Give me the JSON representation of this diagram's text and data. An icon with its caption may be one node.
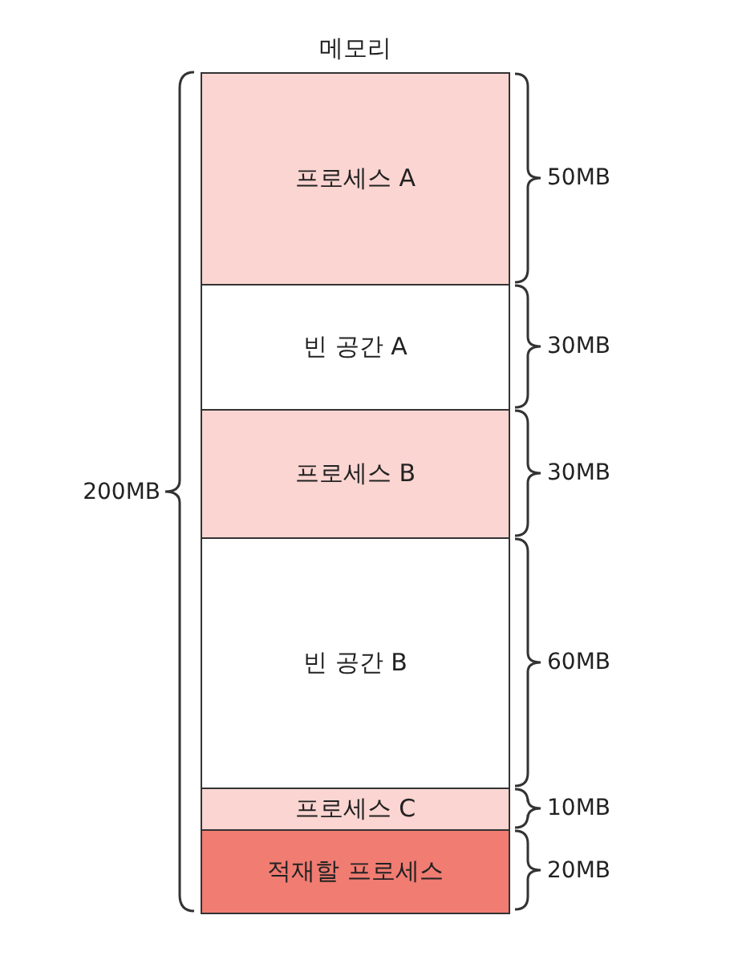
{
  "diagram": {
    "nodes": [
      {
        "text": [
          "메모리"
        ],
        "beside": [
          "200MB"
        ]
      },
      {
        "text": [
          "프로세스 A"
        ],
        "in": 0,
        "beside": [
          "50MB"
        ]
      },
      {
        "text": [
          "빈 공간 A"
        ],
        "in": 0,
        "beside": [
          "30MB"
        ]
      },
      {
        "text": [
          "프로세스 B"
        ],
        "in": 0,
        "beside": [
          "30MB"
        ]
      },
      {
        "text": [
          "빈 공간 B"
        ],
        "in": 0,
        "beside": [
          "60MB"
        ]
      },
      {
        "text": [
          "프로세스 C"
        ],
        "in": 0,
        "beside": [
          "10MB"
        ]
      },
      {
        "text": [
          "적재할 프로세스"
        ],
        "in": 0,
        "beside": [
          "20MB"
        ]
      }
    ]
  }
}
